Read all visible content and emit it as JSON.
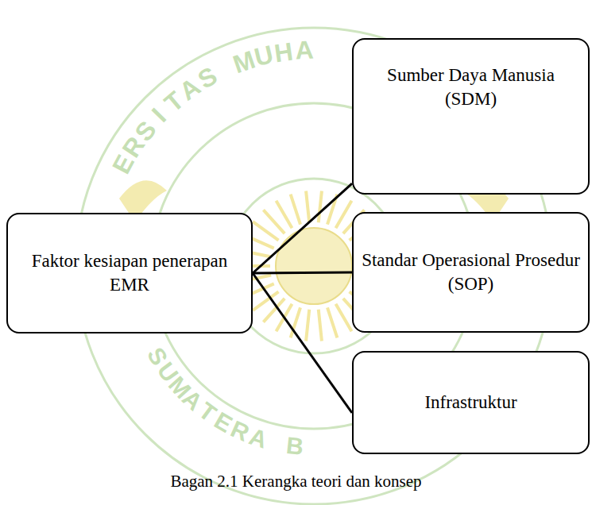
{
  "diagram": {
    "caption": "Bagan 2.1 Kerangka teori dan konsep",
    "nodes": [
      {
        "text": [
          "Faktor kesiapan penerapan EMR"
        ]
      },
      {
        "text": [
          "Sumber Daya Manusia (SDM)"
        ]
      },
      {
        "text": [
          "Standar Operasional Prosedur (SOP)"
        ]
      },
      {
        "text": [
          "Infrastruktur"
        ]
      }
    ],
    "edges": [
      {
        "from": 0,
        "to": 1,
        "arrow": "none"
      },
      {
        "from": 0,
        "to": 2,
        "arrow": "none"
      },
      {
        "from": 0,
        "to": 3,
        "arrow": "none"
      }
    ],
    "labels": [
      "ERSITAS MUHA",
      "SUMATERA B"
    ]
  }
}
